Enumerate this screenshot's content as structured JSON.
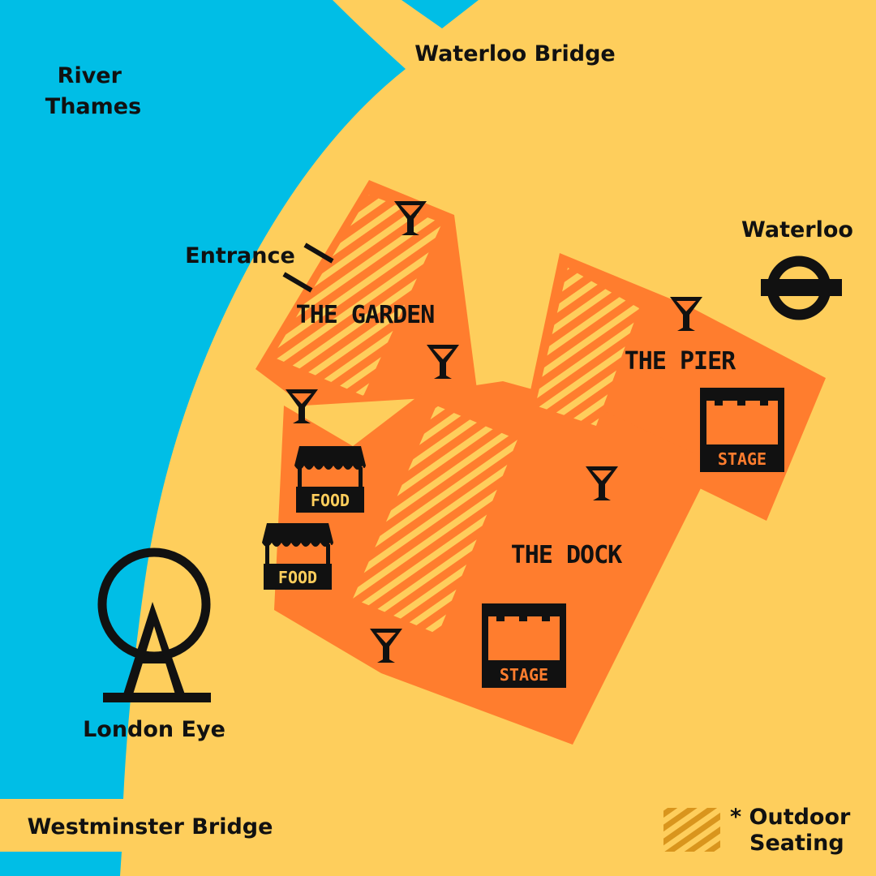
{
  "map": {
    "colors": {
      "land": "#FECE5C",
      "river": "#00BEE6",
      "venue": "#FF7D2E",
      "seating_stripe": "#FECE5C",
      "ink": "#111111",
      "legend_stripe": "#D9951D"
    },
    "labels": {
      "river": [
        "River",
        "Thames"
      ],
      "waterloo_bridge": "Waterloo Bridge",
      "westminster_bridge": "Westminster Bridge",
      "waterloo_station": "Waterloo",
      "london_eye": "London Eye",
      "entrance": "Entrance"
    },
    "zones": {
      "garden": "THE GARDEN",
      "pier": "THE PIER",
      "dock": "THE DOCK"
    },
    "signs": {
      "food": "FOOD",
      "stage": "STAGE"
    },
    "icons": {
      "bar": "cocktail-glass-icon",
      "station": "underground-roundel-icon",
      "eye": "ferris-wheel-icon",
      "food": "food-stall-icon",
      "stage": "stage-icon"
    },
    "legend": {
      "line1": "* Outdoor",
      "line2": "Seating"
    }
  }
}
